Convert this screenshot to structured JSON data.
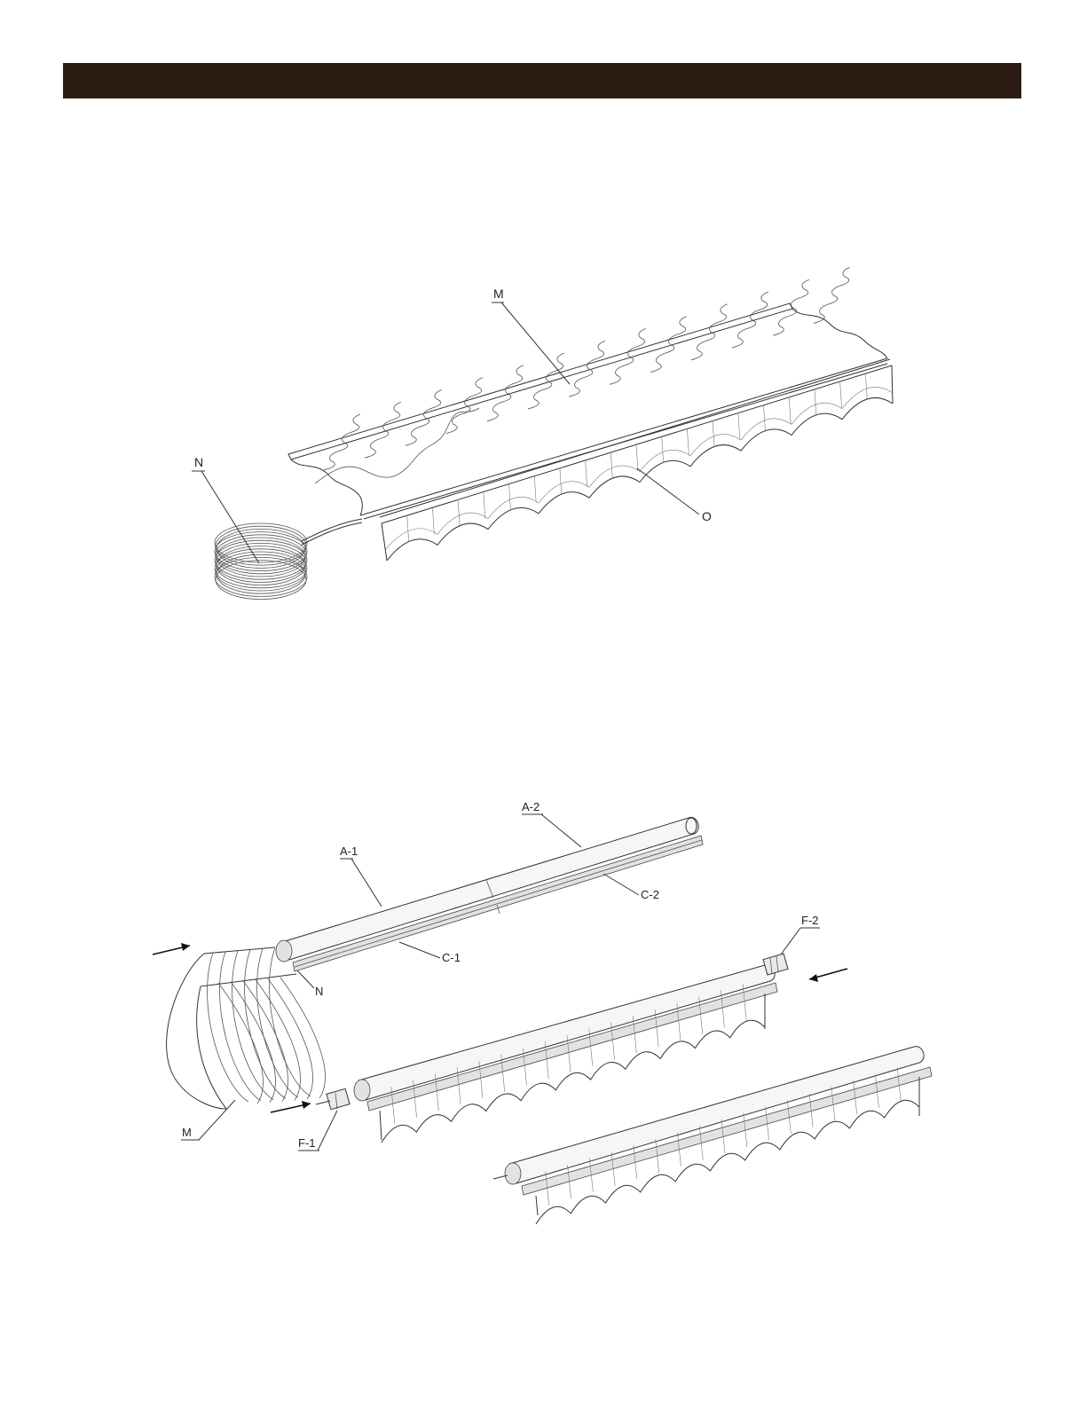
{
  "header": {
    "color": "#2b1d14"
  },
  "figure_top": {
    "labels": {
      "m": "M",
      "n": "N",
      "o": "O"
    }
  },
  "figure_bottom": {
    "labels": {
      "a1": "A-1",
      "a2": "A-2",
      "c1": "C-1",
      "c2": "C-2",
      "f1": "F-1",
      "f2": "F-2",
      "n": "N",
      "m": "M"
    }
  }
}
